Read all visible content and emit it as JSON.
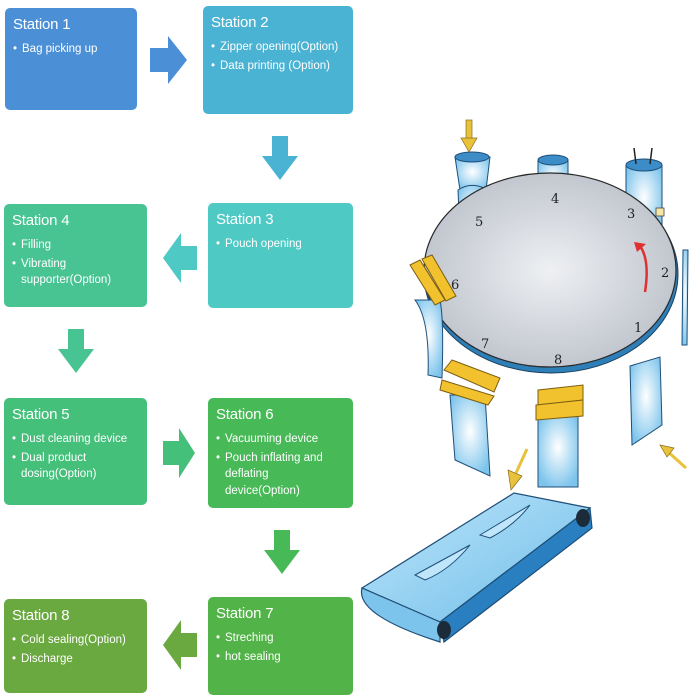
{
  "stations": [
    {
      "id": 1,
      "title": "Station 1",
      "items": [
        "Bag picking up"
      ],
      "color": "#4b8fd6"
    },
    {
      "id": 2,
      "title": "Station 2",
      "items": [
        "Zipper opening(Option)",
        "Data printing (Option)"
      ],
      "color": "#4ab2d2"
    },
    {
      "id": 3,
      "title": "Station 3",
      "items": [
        "Pouch opening"
      ],
      "color": "#4ec9c4"
    },
    {
      "id": 4,
      "title": "Station 4",
      "items": [
        "Filling",
        "Vibrating supporter(Option)"
      ],
      "color": "#48c493"
    },
    {
      "id": 5,
      "title": "Station 5",
      "items": [
        "Dust cleaning device",
        "Dual product dosing(Option)"
      ],
      "color": "#45c07a"
    },
    {
      "id": 6,
      "title": "Station 6",
      "items": [
        "Vacuuming device",
        "Pouch inflating and deflating device(Option)"
      ],
      "color": "#47b956"
    },
    {
      "id": 7,
      "title": "Station 7",
      "items": [
        "Streching",
        "hot sealing"
      ],
      "color": "#52b448"
    },
    {
      "id": 8,
      "title": "Station 8",
      "items": [
        "Cold sealing(Option)",
        "Discharge"
      ],
      "color": "#6aa840"
    }
  ],
  "arrows": [
    {
      "from": 1,
      "to": 2,
      "direction": "right",
      "color": "#4b8fd6"
    },
    {
      "from": 2,
      "to": 3,
      "direction": "down",
      "color": "#4ab2d2"
    },
    {
      "from": 3,
      "to": 4,
      "direction": "left",
      "color": "#4ec9c4"
    },
    {
      "from": 4,
      "to": 5,
      "direction": "down",
      "color": "#48c493"
    },
    {
      "from": 5,
      "to": 6,
      "direction": "right",
      "color": "#45c07a"
    },
    {
      "from": 6,
      "to": 7,
      "direction": "down",
      "color": "#47b956"
    },
    {
      "from": 7,
      "to": 8,
      "direction": "left",
      "color": "#6aa840"
    }
  ],
  "machine": {
    "dial_labels": [
      "1",
      "2",
      "3",
      "4",
      "5",
      "6",
      "7",
      "8"
    ],
    "rotation": "counter-clockwise",
    "colors": {
      "table": "#cfd3da",
      "rim": "#2e7fb8",
      "pouch": "#9fd6f2",
      "gripper": "#f2c22e",
      "feed_arrow": "#e8c23a",
      "rotation_arrow": "#e03030"
    }
  }
}
